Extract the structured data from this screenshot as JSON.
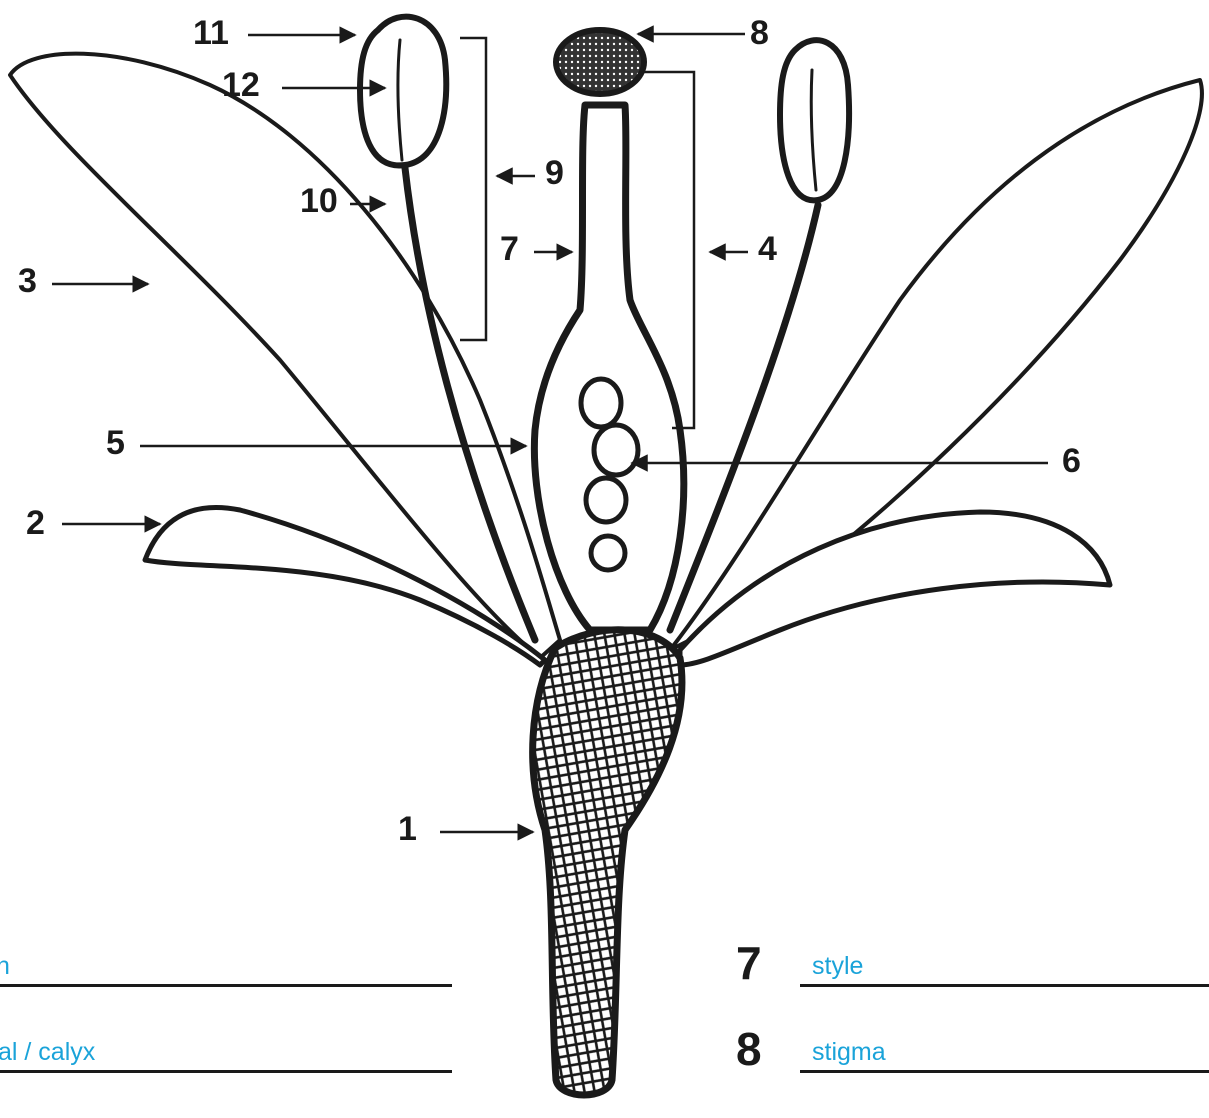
{
  "colors": {
    "ink": "#1a1a1a",
    "answer": "#1aa3d9",
    "background": "#ffffff"
  },
  "callouts": [
    {
      "id": "1",
      "label": "1"
    },
    {
      "id": "2",
      "label": "2"
    },
    {
      "id": "3",
      "label": "3"
    },
    {
      "id": "4",
      "label": "4"
    },
    {
      "id": "5",
      "label": "5"
    },
    {
      "id": "6",
      "label": "6"
    },
    {
      "id": "7",
      "label": "7"
    },
    {
      "id": "8",
      "label": "8"
    },
    {
      "id": "9",
      "label": "9"
    },
    {
      "id": "10",
      "label": "10"
    },
    {
      "id": "11",
      "label": "11"
    },
    {
      "id": "12",
      "label": "12"
    }
  ],
  "answers": [
    {
      "number": "",
      "text": "n"
    },
    {
      "number": "",
      "text": "al / calyx"
    },
    {
      "number": "7",
      "text": "style"
    },
    {
      "number": "8",
      "text": "stigma"
    }
  ]
}
